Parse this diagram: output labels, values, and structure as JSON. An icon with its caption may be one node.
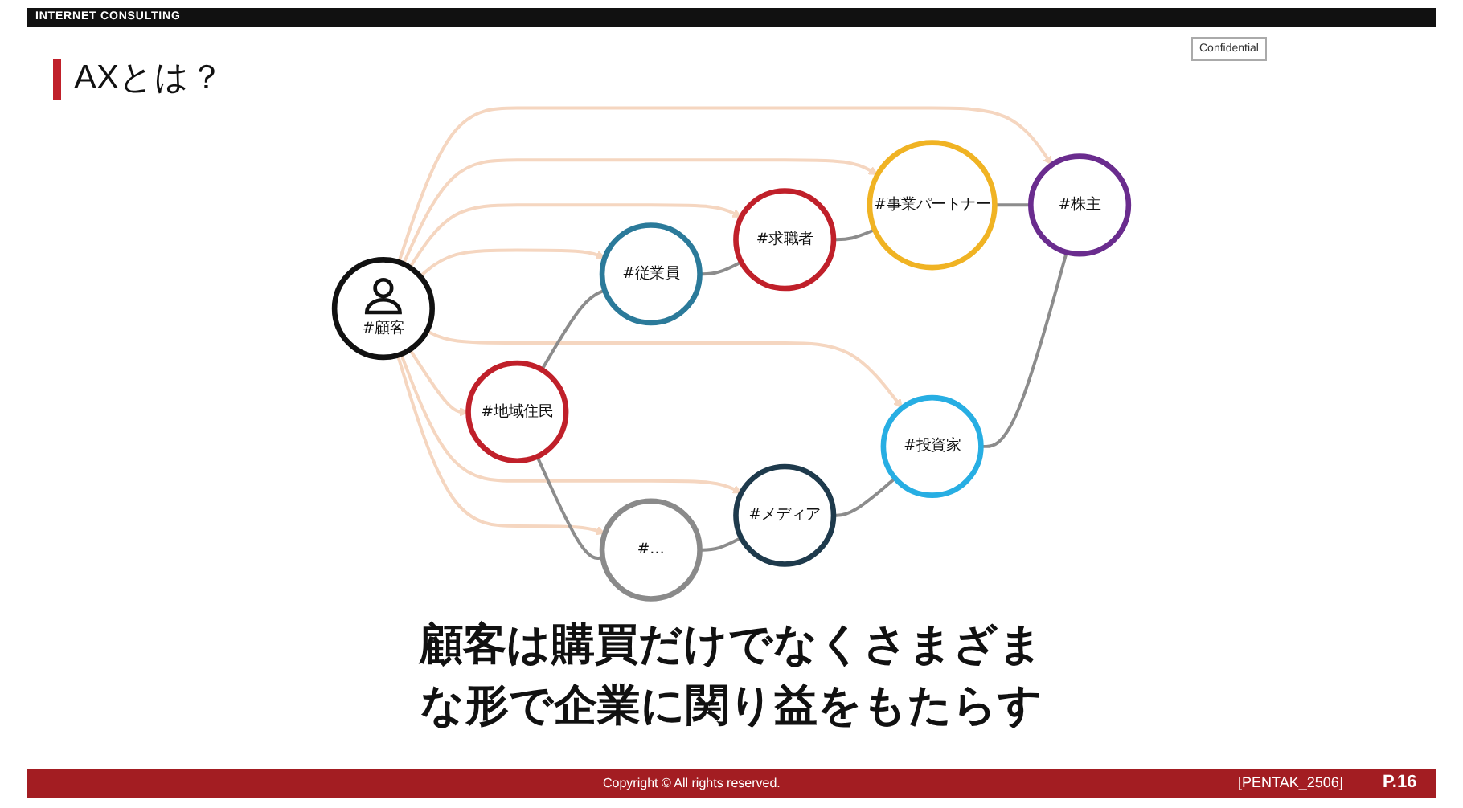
{
  "diagram": {
    "title": "AXとは？",
    "caption": "顧客は購買だけでなくさまざまな形で企業に関り益をもたらす",
    "nodes": [
      {
        "text": [
          "#顧客"
        ]
      },
      {
        "text": [
          "#地域住民"
        ]
      },
      {
        "text": [
          "#従業員"
        ]
      },
      {
        "text": [
          "#求職者"
        ]
      },
      {
        "text": [
          "#事業パートナー"
        ]
      },
      {
        "text": [
          "#株主"
        ]
      },
      {
        "text": [
          "#投資家"
        ]
      },
      {
        "text": [
          "#メディア"
        ]
      },
      {
        "text": [
          "#…"
        ]
      }
    ],
    "edges": [
      {
        "from": 0,
        "to": 1,
        "arrow": "to",
        "color": "#f5d6c0"
      },
      {
        "from": 0,
        "to": 2,
        "arrow": "to",
        "color": "#f5d6c0"
      },
      {
        "from": 0,
        "to": 3,
        "arrow": "to",
        "color": "#f5d6c0"
      },
      {
        "from": 0,
        "to": 4,
        "arrow": "to",
        "color": "#f5d6c0"
      },
      {
        "from": 0,
        "to": 5,
        "arrow": "to",
        "color": "#f5d6c0"
      },
      {
        "from": 0,
        "to": 6,
        "arrow": "to",
        "color": "#f5d6c0"
      },
      {
        "from": 0,
        "to": 7,
        "arrow": "to",
        "color": "#f5d6c0"
      },
      {
        "from": 0,
        "to": 8,
        "arrow": "to",
        "color": "#f5d6c0"
      },
      {
        "from": 1,
        "to": 2,
        "arrow": "none",
        "color": "#8c8c8c"
      },
      {
        "from": 2,
        "to": 3,
        "arrow": "none",
        "color": "#8c8c8c"
      },
      {
        "from": 3,
        "to": 4,
        "arrow": "none",
        "color": "#8c8c8c"
      },
      {
        "from": 4,
        "to": 5,
        "arrow": "none",
        "color": "#8c8c8c"
      },
      {
        "from": 6,
        "to": 5,
        "arrow": "none",
        "color": "#8c8c8c"
      },
      {
        "from": 7,
        "to": 6,
        "arrow": "none",
        "color": "#8c8c8c"
      },
      {
        "from": 8,
        "to": 7,
        "arrow": "none",
        "color": "#8c8c8c"
      },
      {
        "from": 1,
        "to": 8,
        "arrow": "none",
        "color": "#8c8c8c"
      }
    ],
    "labels": [
      "INTERNET CONSULTING",
      "Confidential",
      "Copyright © All rights reserved.",
      "[PENTAK_2506]",
      "P.16"
    ]
  }
}
